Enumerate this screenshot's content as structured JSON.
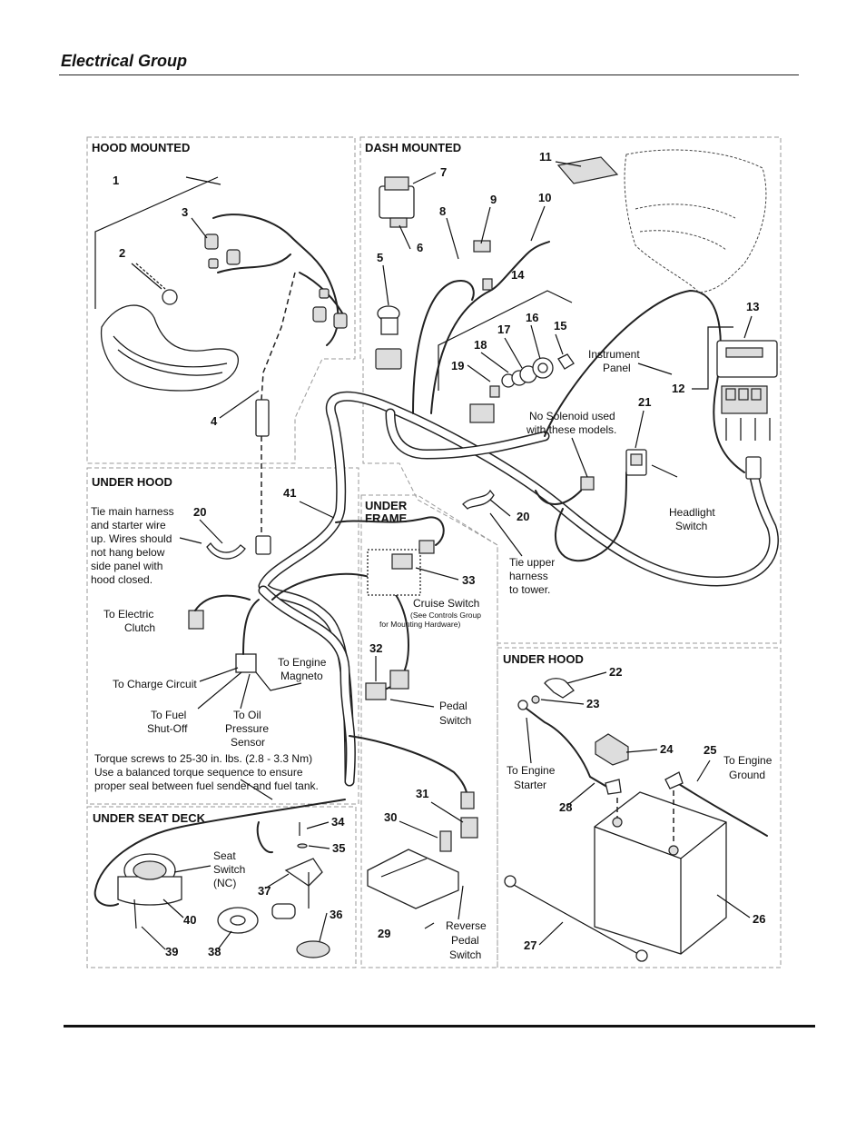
{
  "header": {
    "title": "Electrical Group"
  },
  "sections": {
    "hood_mounted": "HOOD MOUNTED",
    "dash_mounted": "DASH MOUNTED",
    "under_hood_left": "UNDER HOOD",
    "under_frame_1": "UNDER",
    "under_frame_2": "FRAME",
    "under_hood_right": "UNDER HOOD",
    "under_seat_deck": "UNDER SEAT DECK"
  },
  "callouts": [
    "1",
    "2",
    "3",
    "4",
    "5",
    "6",
    "7",
    "8",
    "9",
    "10",
    "11",
    "12",
    "13",
    "14",
    "15",
    "16",
    "17",
    "18",
    "19",
    "20",
    "20",
    "21",
    "22",
    "23",
    "24",
    "25",
    "26",
    "27",
    "28",
    "29",
    "30",
    "31",
    "32",
    "33",
    "34",
    "35",
    "36",
    "37",
    "38",
    "39",
    "40",
    "41"
  ],
  "notes": {
    "tie_main": [
      "Tie main harness",
      "and starter wire",
      "up. Wires should",
      "not hang below",
      "side panel with",
      "hood closed."
    ],
    "to_electric_clutch": [
      "To Electric",
      "Clutch"
    ],
    "to_charge_circuit": "To Charge Circuit",
    "to_engine_magneto": [
      "To Engine",
      "Magneto"
    ],
    "to_fuel_shutoff": [
      "To Fuel",
      "Shut-Off"
    ],
    "to_oil_pressure": [
      "To Oil",
      "Pressure",
      "Sensor"
    ],
    "torque": [
      "Torque screws to 25-30 in. lbs. (2.8 - 3.3 Nm)",
      "Use a balanced torque sequence to ensure",
      "proper seal between fuel sender and fuel tank."
    ],
    "cruise_switch": "Cruise Switch",
    "cruise_sub": [
      "(See Controls Group",
      "for Mounting Hardware)"
    ],
    "pedal_switch": [
      "Pedal",
      "Switch"
    ],
    "tie_upper": [
      "Tie upper",
      "harness",
      "to tower."
    ],
    "no_solenoid": [
      "No Solenoid used",
      "with these models."
    ],
    "instrument_panel": [
      "Instrument",
      "Panel"
    ],
    "headlight_switch": [
      "Headlight",
      "Switch"
    ],
    "to_engine_starter": [
      "To Engine",
      "Starter"
    ],
    "to_engine_ground": [
      "To Engine",
      "Ground"
    ],
    "seat_switch": [
      "Seat",
      "Switch",
      "(NC)"
    ],
    "reverse_pedal_switch": [
      "Reverse",
      "Pedal",
      "Switch"
    ]
  },
  "icons": [
    "headlight-icon",
    "bulb-icon",
    "socket-icon",
    "ignition-switch-icon",
    "battery-icon",
    "connector-icon",
    "key-icon",
    "seat-switch-icon",
    "rocker-switch-icon",
    "hood-icon",
    "fuse-block-icon"
  ]
}
